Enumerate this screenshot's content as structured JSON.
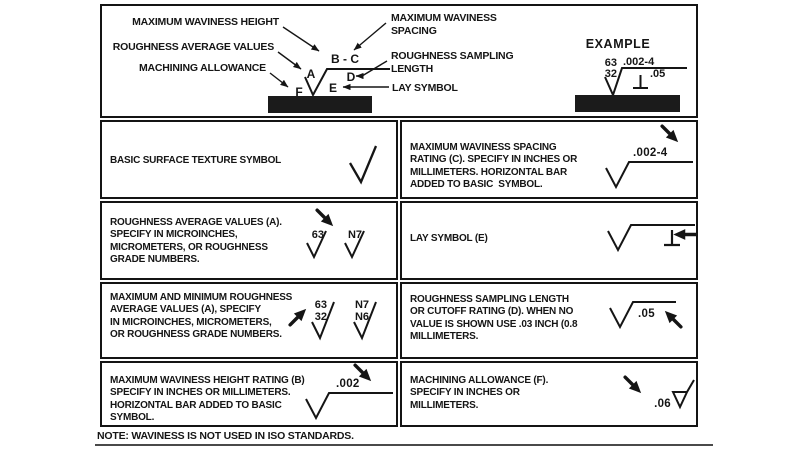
{
  "header": {
    "labels_left": [
      "MAXIMUM WAVINESS HEIGHT",
      "ROUGHNESS AVERAGE VALUES",
      "MACHINING ALLOWANCE"
    ],
    "labels_right": [
      "MAXIMUM WAVINESS",
      "SPACING",
      "ROUGHNESS SAMPLING",
      "LENGTH",
      "LAY SYMBOL"
    ],
    "letters": {
      "bc": "B - C",
      "a": "A",
      "d": "D",
      "e": "E",
      "f": "F"
    },
    "example": {
      "title": "EXAMPLE",
      "max_roughness": "63",
      "min_roughness": "32",
      "waviness_rating": ".002-4",
      "cutoff_rating": ".05",
      "lay_symbol_char": "⊥"
    }
  },
  "table": {
    "rows": [
      {
        "left": {
          "text": "BASIC SURFACE TEXTURE SYMBOL"
        },
        "right": {
          "text": "MAXIMUM WAVINESS SPACING\nRATING (C). SPECIFY IN INCHES OR\nMILLIMETERS. HORIZONTAL BAR\nADDED TO BASIC  SYMBOL.",
          "value": ".002-4"
        }
      },
      {
        "left": {
          "text": "ROUGHNESS AVERAGE VALUES (A).\nSPECIFY IN MICROINCHES,\nMICROMETERS, OR ROUGHNESS\nGRADE NUMBERS.",
          "value1": "63",
          "value2": "N7"
        },
        "right": {
          "text": "LAY SYMBOL (E)",
          "lay_symbol_char": "⊥"
        }
      },
      {
        "left": {
          "text": "MAXIMUM AND MINIMUM ROUGHNESS\nAVERAGE VALUES (A), SPECIFY\nIN MICROINCHES, MICROMETERS,\nOR ROUGHNESS GRADE NUMBERS.",
          "value1_top": "63",
          "value1_bottom": "32",
          "value2_top": "N7",
          "value2_bottom": "N6"
        },
        "right": {
          "text": "ROUGHNESS SAMPLING LENGTH\nOR CUTOFF RATING (D). WHEN NO\nVALUE IS SHOWN USE .03 INCH (0.8\nMILLIMETERS.",
          "value": ".05"
        }
      },
      {
        "left": {
          "text": "MAXIMUM WAVINESS HEIGHT RATING (B)\nSPECIFY IN INCHES OR MILLIMETERS.\nHORIZONTAL BAR ADDED TO BASIC\nSYMBOL.",
          "value": ".002"
        },
        "right": {
          "text": "MACHINING ALLOWANCE (F).\nSPECIFY IN INCHES OR\nMILLIMETERS.",
          "value": ".06"
        }
      }
    ]
  },
  "note": "NOTE: WAVINESS IS NOT USED IN ISO STANDARDS.",
  "colors": {
    "ink": "#151515",
    "paper": "#ffffff"
  }
}
